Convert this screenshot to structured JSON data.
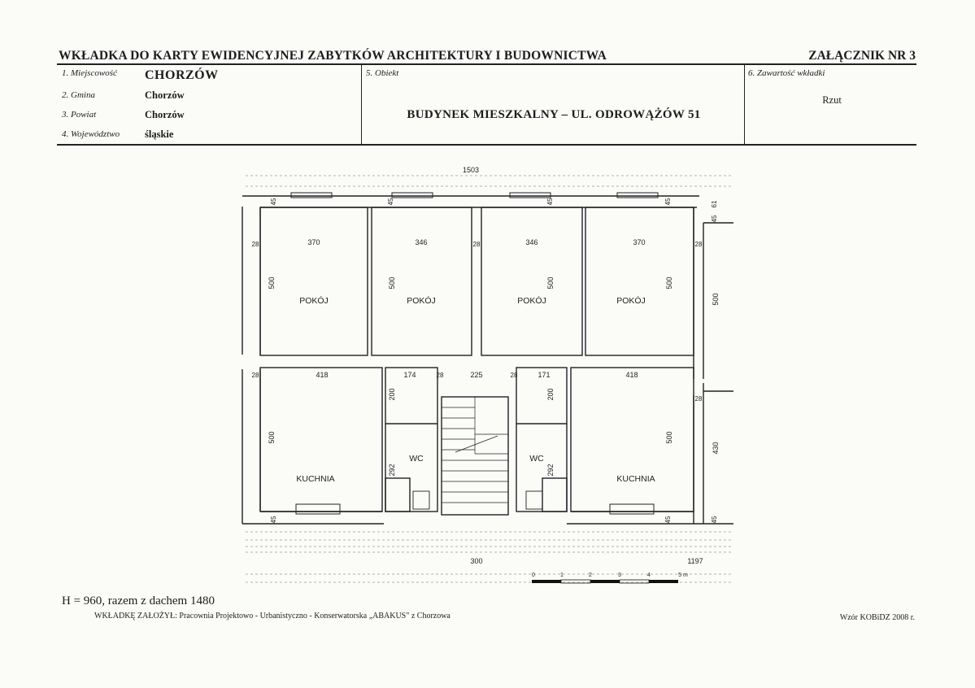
{
  "header": {
    "title": "WKŁADKA DO KARTY EWIDENCYJNEJ ZABYTKÓW ARCHITEKTURY I BUDOWNICTWA",
    "annex": "ZAŁĄCZNIK NR 3"
  },
  "fields": {
    "miejscowosc_label": "1. Miejscowość",
    "miejscowosc_value": "CHORZÓW",
    "gmina_label": "2. Gmina",
    "gmina_value": "Chorzów",
    "powiat_label": "3. Powiat",
    "powiat_value": "Chorzów",
    "wojewodztwo_label": "4. Województwo",
    "wojewodztwo_value": "śląskie",
    "obiekt_label": "5. Obiekt",
    "obiekt_value": "BUDYNEK MIESZKALNY – UL. ODROWĄŻÓW 51",
    "zawartosc_label": "6. Zawartość wkładki",
    "zawartosc_value": "Rzut"
  },
  "plan": {
    "rooms": {
      "pokoj": "POKÓJ",
      "kuchnia": "KUCHNIA",
      "wc": "WC"
    },
    "dims": {
      "total_width": "1503",
      "bottom_left": "300",
      "bottom_right": "1197",
      "room1_width": "370",
      "room2_width": "346",
      "room3_width": "346",
      "room4_width": "370",
      "room_depth": "500",
      "kitchen_left_width": "418",
      "kitchen_right_width": "418",
      "hall_left_width": "174",
      "stair_width": "225",
      "hall_right_width": "171",
      "hall_depth": "200",
      "wc_depth": "292",
      "kitchen_depth": "500",
      "right_room_depth": "500",
      "right_kitchen_depth": "430",
      "wall_outer": "45",
      "wall_inner": "28",
      "side_wall": "61",
      "scale_0": "0",
      "scale_1": "1",
      "scale_2": "2",
      "scale_3": "3",
      "scale_4": "4",
      "scale_5": "5 m"
    }
  },
  "footer": {
    "height_note": "H = 960, razem z dachem 1480",
    "author": "WKŁADKĘ ZAŁOŻYŁ: Pracownia Projektowo - Urbanistyczno - Konserwatorska „ABAKUS\" z Chorzowa",
    "template": "Wzór KOBiDZ 2008 r."
  }
}
